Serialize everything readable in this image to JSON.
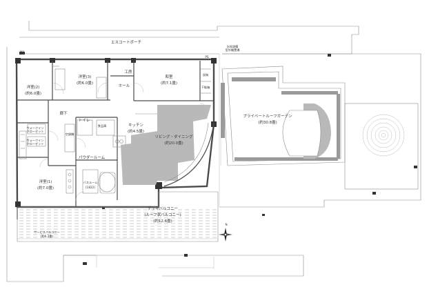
{
  "labels": {
    "escort_porch": "エスコートポーチ",
    "western_room_2": "洋室(2)",
    "western_room_2_size": "(約6.0畳)",
    "western_room_3": "洋室(3)",
    "western_room_3_size": "(約6.0畳)",
    "japanese_room": "和室",
    "japanese_room_size": "(約7.1畳)",
    "workshop": "工房",
    "hall": "ホール",
    "corridor": "廊下",
    "toilet": "トイレ",
    "kitchen": "キッチン",
    "kitchen_size": "(約4.5畳)",
    "living_dining": "リビング・ダイニング",
    "living_dining_size": "(約20.0畳)",
    "powder_room": "パウダールーム",
    "bathroom": "バスルーム",
    "bathroom_size": "(1822)",
    "western_room_1": "洋室(1)",
    "western_room_1_size": "(約7.0畳)",
    "private_roof_garden": "プライベートルーフガーデン",
    "private_roof_garden_size": "(約30.8畳)",
    "deck_balcony": "デッキバルコニー",
    "deck_balcony_sub": "(ルーフ状バルコニー)",
    "deck_balcony_size": "(約12.6畳)",
    "closet_1": "ウォークイン",
    "closet_1b": "クローゼット",
    "closet_2": "ウォークイン",
    "closet_2b": "クローゼット",
    "storage": "収納",
    "shoebox": "下駄箱",
    "ac_unit": "空調機",
    "service_balcony": "サービスバルコニー",
    "service_balcony_size": "(約6.3畳)",
    "mark_mb": "MB",
    "mark_ps": "PS",
    "north": "N",
    "water_tap": "水栓設備",
    "outdoor_unit": "室外機置場",
    "kitchen_pantry": "食品庫"
  }
}
